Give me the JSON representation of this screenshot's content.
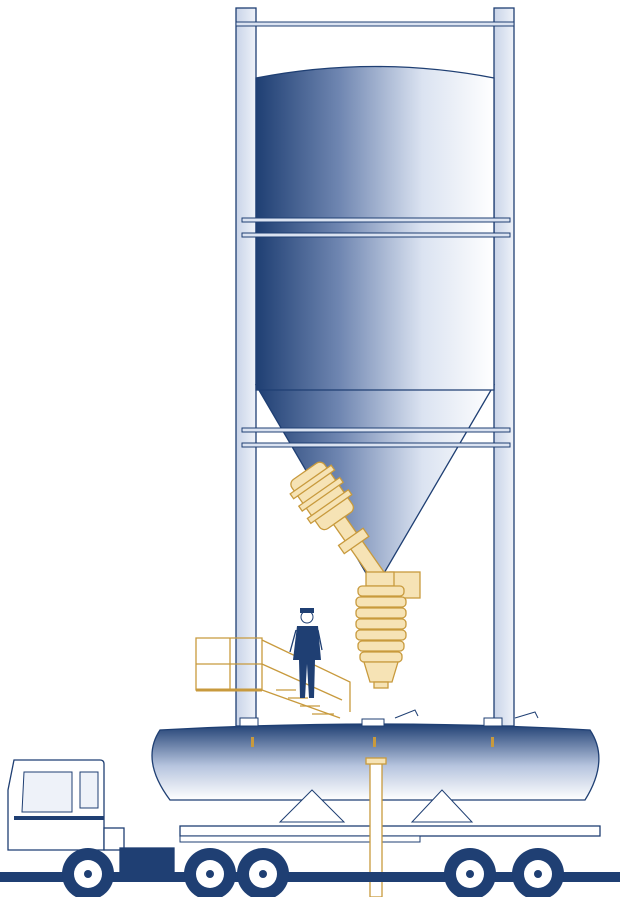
{
  "colors": {
    "steel_dark": "#1f3f73",
    "steel_mid": "#8ea3c6",
    "steel_light": "#dbe3f1",
    "equipment_gold": "#c89a3d",
    "equipment_fill": "#f6e3b5",
    "background": "#ffffff"
  },
  "icons": [
    "silo-structure",
    "vibrating-discharger",
    "operator-figure",
    "access-stairs",
    "bulk-tanker-truck"
  ]
}
